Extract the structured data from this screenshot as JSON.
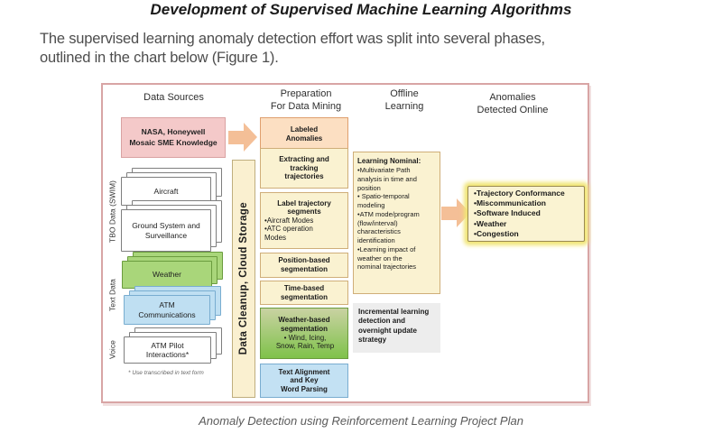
{
  "page": {
    "title": "Development of Supervised Machine Learning Algorithms",
    "intro": "The supervised learning anomaly detection effort was split into several phases,\noutlined in the chart below (Figure 1).",
    "caption": "Anomaly Detection using Reinforcement Learning Project Plan"
  },
  "figure": {
    "columns": {
      "data_sources": "Data Sources",
      "preparation": "Preparation\nFor Data Mining",
      "offline": "Offline\nLearning",
      "anomalies": "Anomalies\nDetected Online"
    },
    "sources": {
      "sme_box": "NASA, Honeywell\nMosaic SME Knowledge",
      "groups": {
        "tbo": "TBO Data (SWIM)",
        "text": "Text Data",
        "voice": "Voice"
      },
      "stacks": {
        "aircraft": "Aircraft",
        "ground": "Ground System and\nSurveillance",
        "weather": "Weather",
        "atm_comms": "ATM\nCommunications",
        "pilot": "ATM Pilot\nInteractions*"
      },
      "footnote": "* Use transcribed in text form"
    },
    "pipeline_bar": "Data Cleanup, Cloud Storage",
    "prep_boxes": {
      "labeled": "Labeled\nAnomalies",
      "extracting": "Extracting and\ntracking\ntrajectories",
      "label_traj_title": "Label trajectory\nsegments",
      "label_traj_bullets": "•Aircraft Modes\n•ATC operation\nModes",
      "position": "Position-based\nsegmentation",
      "time": "Time-based\nsegmentation",
      "weather_title": "Weather-based\nsegmentation",
      "weather_bullets": "• Wind, Icing,\nSnow, Rain, Temp",
      "text_parsing": "Text Alignment\nand Key\nWord Parsing"
    },
    "offline_boxes": {
      "nominal_title": "Learning Nominal:",
      "nominal_body": "•Multivariate Path\nanalysis in time and\nposition\n• Spatio-temporal\nmodeling\n•ATM mode/program\n(flow/interval)\ncharacteristics\nidentification\n•Learning impact of\nweather on the\nnominal trajectories",
      "incremental": "Incremental learning\ndetection and\novernight update\nstrategy"
    },
    "anomalies_box": "•Trajectory Conformance\n•Miscommunication\n•Software Induced\n•Weather\n•Congestion",
    "colors": {
      "accent_pink": "#f4c9c9",
      "arrow_peach": "#f4bf97",
      "cream": "#faf2d1",
      "green": "#a9d67a",
      "blue": "#c3e1f3",
      "glow_yellow": "#f1e575",
      "frame_border": "#d8a5a5"
    }
  }
}
